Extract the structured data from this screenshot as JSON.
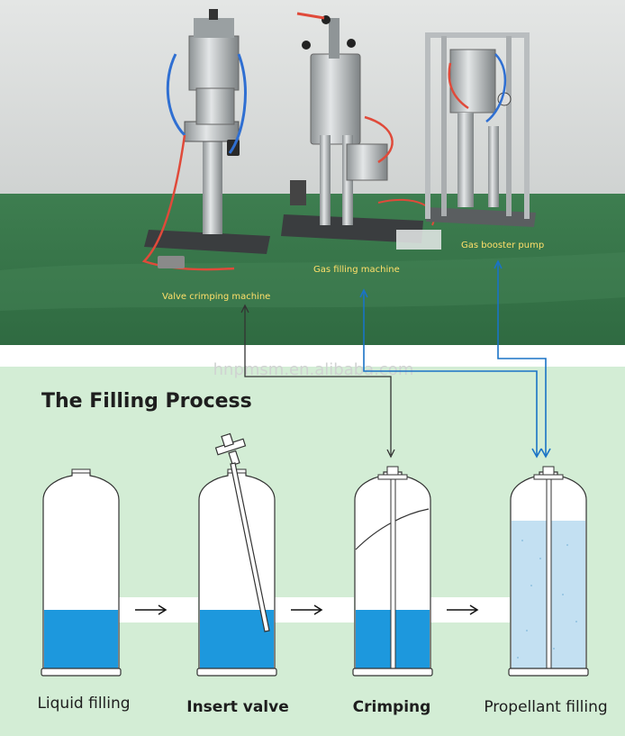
{
  "photo": {
    "labels": {
      "valve_crimping": "Valve crimping machine",
      "gas_filling": "Gas filling machine",
      "gas_booster": "Gas booster pump"
    }
  },
  "watermark": "hnpmsm.en.alibaba.com",
  "diagram": {
    "title": "The Filling Process",
    "steps": [
      {
        "label": "Liquid filling"
      },
      {
        "label": "Insert valve"
      },
      {
        "label": "Crimping"
      },
      {
        "label": "Propellant filling"
      }
    ]
  },
  "colors": {
    "diagram_background": "#d3edd5",
    "liquid_blue": "#1d98dd",
    "propellant_blue": "#c3e0f2",
    "connector_blue": "#1a73c6",
    "connector_dark": "#333333",
    "label_yellow": "#ffe06a",
    "floor_green": "#3c7a4d"
  }
}
